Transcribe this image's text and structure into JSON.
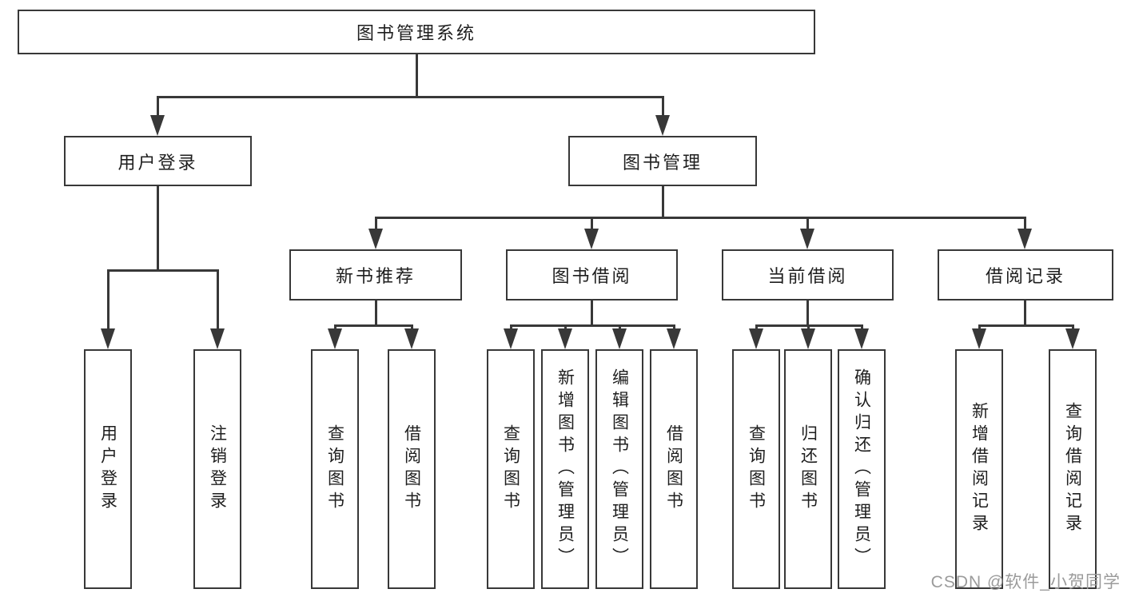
{
  "diagram": {
    "title_node": "图书管理系统",
    "root": {
      "label": "图书管理系统"
    },
    "level2": [
      {
        "label": "用户登录"
      },
      {
        "label": "图书管理"
      }
    ],
    "level3": [
      {
        "label": "新书推荐"
      },
      {
        "label": "图书借阅"
      },
      {
        "label": "当前借阅"
      },
      {
        "label": "借阅记录"
      }
    ],
    "leaves": {
      "user_login": [
        "用户登录",
        "注销登录"
      ],
      "new_book": [
        "查询图书",
        "借阅图书"
      ],
      "book_borrow": [
        "查询图书",
        "新增图书（管理员）",
        "编辑图书（管理员）",
        "借阅图书"
      ],
      "current_borrow": [
        "查询图书",
        "归还图书",
        "确认归还（管理员）"
      ],
      "borrow_record": [
        "新增借阅记录",
        "查询借阅记录"
      ]
    },
    "stroke_color": "#383838",
    "box_fill": "#ffffff",
    "text_color": "#1e1e1e"
  },
  "watermark": {
    "text": "CSDN @软件_小贺同学",
    "color": "#9b9b9b"
  }
}
